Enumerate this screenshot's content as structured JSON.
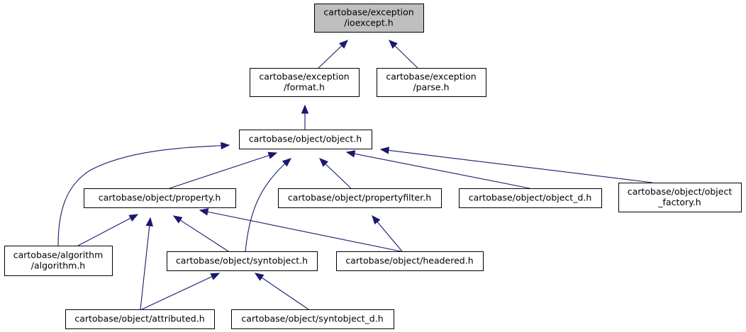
{
  "diagram": {
    "type": "include-dependency-graph",
    "colors": {
      "root_fill": "#bfbfbf",
      "node_fill": "#ffffff",
      "node_border": "#000000",
      "edge": "#191970"
    },
    "nodes": [
      {
        "id": "ioexcept",
        "name": "node-ioexcept",
        "lines": [
          "cartobase/exception",
          "/ioexcept.h"
        ],
        "root": true
      },
      {
        "id": "format",
        "name": "node-format",
        "lines": [
          "cartobase/exception",
          "/format.h"
        ]
      },
      {
        "id": "parse",
        "name": "node-parse",
        "lines": [
          "cartobase/exception",
          "/parse.h"
        ]
      },
      {
        "id": "object",
        "name": "node-object",
        "lines": [
          "cartobase/object/object.h"
        ]
      },
      {
        "id": "property",
        "name": "node-property",
        "lines": [
          "cartobase/object/property.h"
        ]
      },
      {
        "id": "propertyfilter",
        "name": "node-propertyfilter",
        "lines": [
          "cartobase/object/propertyfilter.h"
        ]
      },
      {
        "id": "object_d",
        "name": "node-object-d",
        "lines": [
          "cartobase/object/object_d.h"
        ]
      },
      {
        "id": "object_factory",
        "name": "node-object-factory",
        "lines": [
          "cartobase/object/object",
          "_factory.h"
        ]
      },
      {
        "id": "algorithm",
        "name": "node-algorithm",
        "lines": [
          "cartobase/algorithm",
          "/algorithm.h"
        ]
      },
      {
        "id": "syntobject",
        "name": "node-syntobject",
        "lines": [
          "cartobase/object/syntobject.h"
        ]
      },
      {
        "id": "headered",
        "name": "node-headered",
        "lines": [
          "cartobase/object/headered.h"
        ]
      },
      {
        "id": "attributed",
        "name": "node-attributed",
        "lines": [
          "cartobase/object/attributed.h"
        ]
      },
      {
        "id": "syntobject_d",
        "name": "node-syntobject-d",
        "lines": [
          "cartobase/object/syntobject_d.h"
        ]
      }
    ],
    "edges": [
      {
        "from": "format",
        "to": "ioexcept"
      },
      {
        "from": "parse",
        "to": "ioexcept"
      },
      {
        "from": "object",
        "to": "format"
      },
      {
        "from": "algorithm",
        "to": "object"
      },
      {
        "from": "property",
        "to": "object"
      },
      {
        "from": "syntobject",
        "to": "object"
      },
      {
        "from": "propertyfilter",
        "to": "object"
      },
      {
        "from": "object_d",
        "to": "object"
      },
      {
        "from": "object_factory",
        "to": "object"
      },
      {
        "from": "algorithm",
        "to": "property"
      },
      {
        "from": "attributed",
        "to": "property"
      },
      {
        "from": "syntobject",
        "to": "property"
      },
      {
        "from": "headered",
        "to": "property"
      },
      {
        "from": "headered",
        "to": "propertyfilter"
      },
      {
        "from": "attributed",
        "to": "syntobject"
      },
      {
        "from": "syntobject_d",
        "to": "syntobject"
      }
    ]
  }
}
